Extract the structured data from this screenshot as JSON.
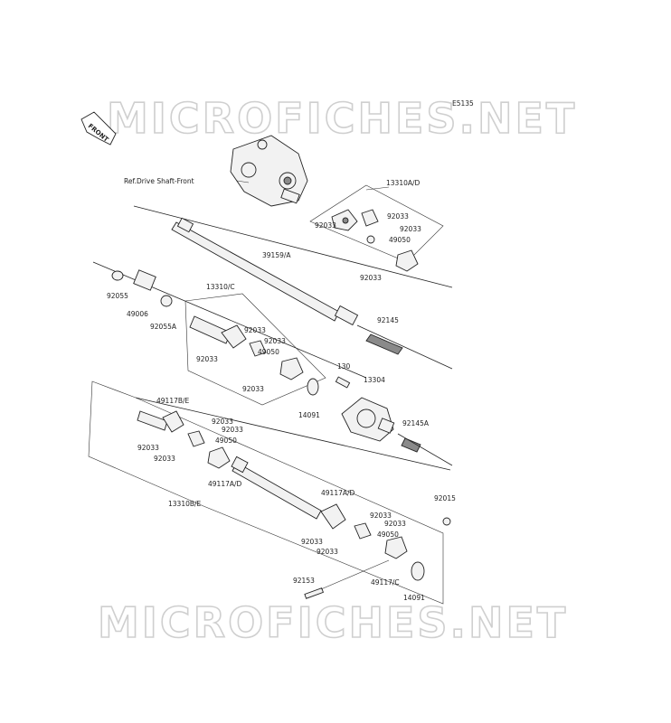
{
  "diagram": {
    "code": "E5135",
    "front_label": "FRONT",
    "watermark_top": "MICROFICHES.NET",
    "watermark_bottom": "MICROFICHES.NET",
    "labels": {
      "ref_drive_shaft": "Ref.Drive Shaft-Front",
      "p13310a_d": "13310A/D",
      "p92033_a1": "92033",
      "p92033_a2": "92033",
      "p49050_a": "49050",
      "p92033_a3": "92033",
      "p92033_a4": "92033",
      "p39159_a": "39159/A",
      "p92055": "92055",
      "p49006": "49006",
      "p92055a": "92055A",
      "p13310_c": "13310/C",
      "p92033_c1": "92033",
      "p92033_c2": "92033",
      "p49050_c": "49050",
      "p92033_c3": "92033",
      "p92033_c4": "92033",
      "p92145": "92145",
      "p130": "130",
      "p13304": "13304",
      "p14091_a": "14091",
      "p92145a": "92145A",
      "p49117b_e": "49117B/E",
      "p92033_b1": "92033",
      "p92033_b2": "92033",
      "p49050_b": "49050",
      "p92033_b3": "92033",
      "p92033_b4": "92033",
      "p49117a_d_1": "49117A/D",
      "p13310b_e": "13310B/E",
      "p49117a_d_2": "49117A/D",
      "p92033_d1": "92033",
      "p92033_d2": "92033",
      "p49050_d": "49050",
      "p92033_d3": "92033",
      "p92033_d4": "92033",
      "p92015": "92015",
      "p92153": "92153",
      "p49117_c": "49117/C",
      "p14091_b": "14091"
    }
  }
}
